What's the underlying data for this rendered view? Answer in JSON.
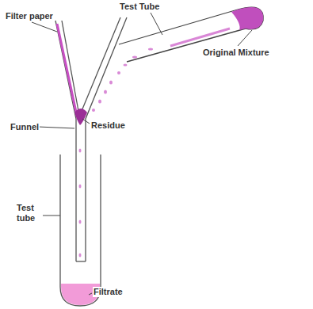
{
  "diagram": {
    "labels": [
      "Test Tube",
      "Filter paper",
      "Original Mixture",
      "Funnel",
      "Residue",
      "Test tube",
      "Filtrate"
    ]
  }
}
